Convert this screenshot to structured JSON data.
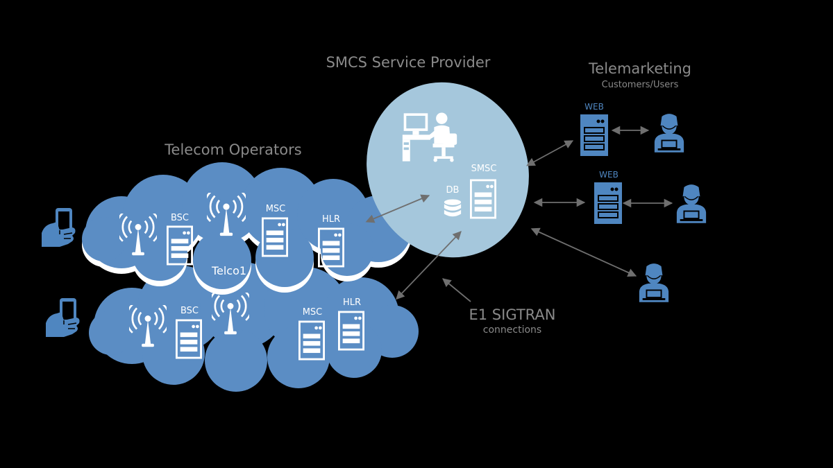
{
  "headings": {
    "telecom_operators": "Telecom Operators",
    "smcs_provider": "SMCS Service Provider",
    "telemarketing_title": "Telemarketing",
    "telemarketing_subtitle": "Customers/Users",
    "e1_title": "E1 SIGTRAN",
    "e1_subtitle": "connections"
  },
  "telco1": {
    "name": "Telco1",
    "bsc": "BSC",
    "msc": "MSC",
    "hlr": "HLR"
  },
  "telco2": {
    "bsc": "BSC",
    "msc": "MSC",
    "hlr": "HLR"
  },
  "smcs": {
    "db": "DB",
    "smsc": "SMSC"
  },
  "web_servers": [
    "WEB",
    "WEB"
  ],
  "colors": {
    "background": "#000000",
    "cloud_blue": "#5b8dc4",
    "ellipse_light": "#a5c7dc",
    "icon_blue": "#4f86c0",
    "heading_gray": "#8a8a8a",
    "arrow_gray": "#6f6f6f"
  }
}
